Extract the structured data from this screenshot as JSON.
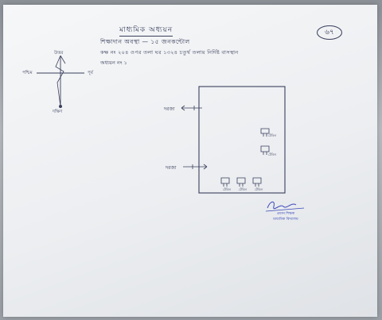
{
  "page": {
    "number": "৬৭",
    "heading": "মাধ্যমিক অধ্যয়ন",
    "line1": "শিক্ষাদান অবস্থা — ১৫ জনকন্টোল",
    "line2": "কক্ষ নং ২০৪ ওপর তলা ঘর ১৩২৪ চতুর্থ তলায় নির্দিষ্ট বাসস্থান",
    "line3": "অধ্যয়ন নং ১"
  },
  "compass": {
    "north": "উত্তর",
    "west": "পশ্চিম",
    "east": "পূর্ব",
    "south": "দক্ষিণ"
  },
  "layout": {
    "door_top_label": "দরজা",
    "door_bottom_label": "দরজা",
    "desk_labels": [
      "টেবিল",
      "টেবিল",
      "টেবিল",
      "টেবিল",
      "টেবিল"
    ]
  },
  "signature": {
    "stamp_line1": "প্রধান শিক্ষক",
    "stamp_line2": "মাধ্যমিক বিদ্যালয়"
  },
  "colors": {
    "ink": "#3a3f5c",
    "stamp": "#3b49b8",
    "paper": "#eef0f2"
  }
}
